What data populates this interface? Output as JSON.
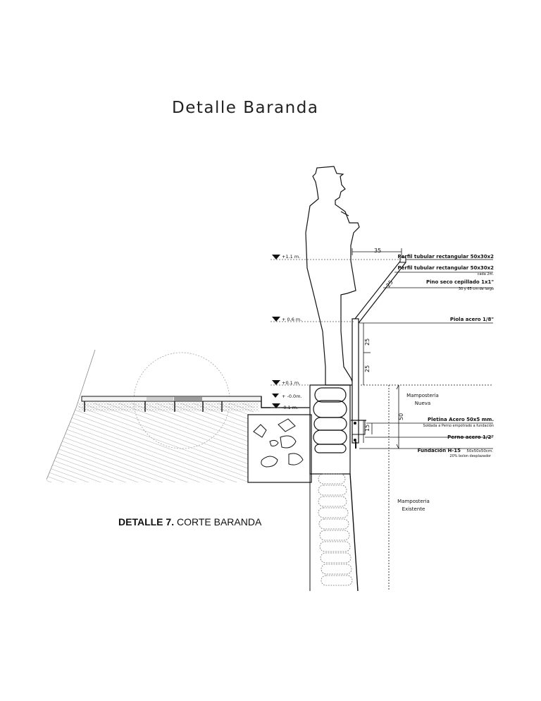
{
  "title": "Detalle Baranda",
  "caption": {
    "bold": "DETALLE 7.",
    "rest": "CORTE BARANDA"
  },
  "levels": [
    "+1.1 m.",
    "+ 0.6 m.",
    "+0.1 m.",
    "+ -0.0m.",
    "-0.1 m."
  ],
  "labels": {
    "perfil1": "Perfil tubular rectangular 50x30x2",
    "perfil2": "Perfil tubular rectangular 50x30x2",
    "perfil2_sub": "cada 2m.",
    "pino": "Pino seco cepillado 1x1\"",
    "pino_sub": "30 y 65 cm de largo",
    "piola": "Piola acero 1/8\"",
    "mamp_nueva_1": "Mamposteria",
    "mamp_nueva_2": "Nueva",
    "pletina": "Pletina Acero 50x5 mm.",
    "pletina_sub": "Soldada a Perno empotrado a fundación",
    "perno": "Perno acero 1/2\"",
    "fundacion": "Fundación H-15",
    "fundacion_dim": "50x50x50cm.",
    "fundacion_sub": "20% bolon desplazador",
    "mamp_exist_1": "Mamposteria",
    "mamp_exist_2": "Existente"
  },
  "dims": {
    "d35": "35",
    "d25a": "25",
    "d25b": "25",
    "d25c": "25",
    "d50": "50",
    "d15": "15"
  }
}
